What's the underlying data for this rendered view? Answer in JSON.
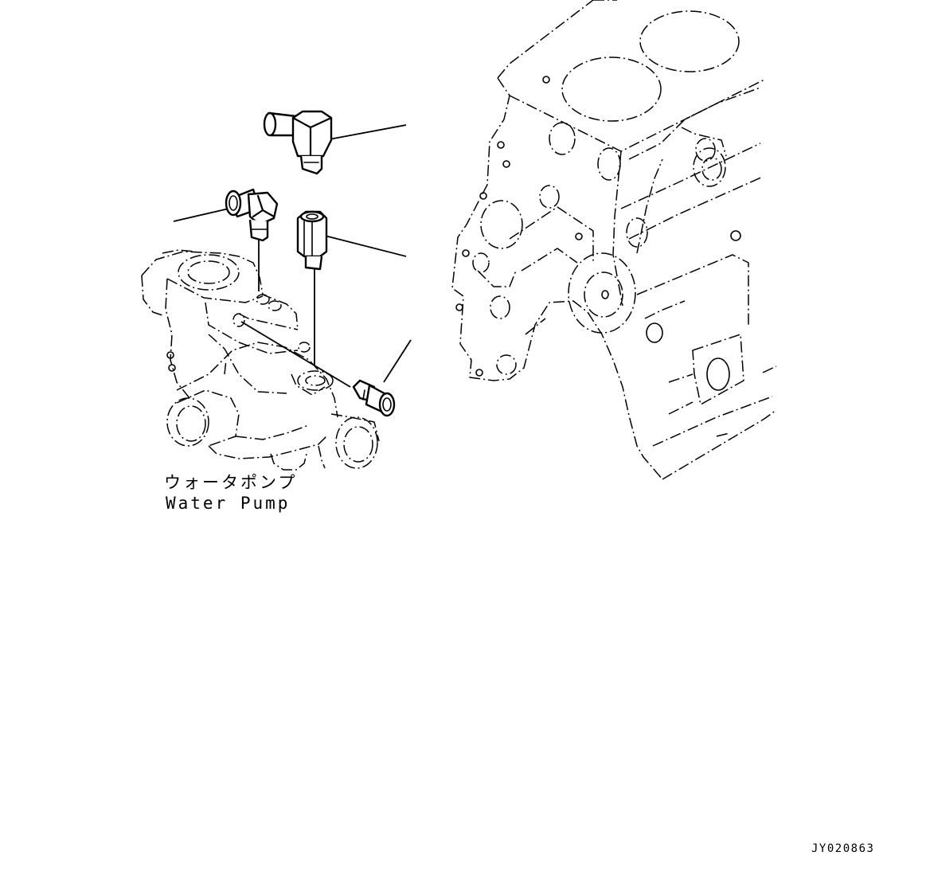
{
  "labels": {
    "part_name_jp": "ウォータポンプ",
    "part_name_en": "Water Pump"
  },
  "drawing_code": "JY020863",
  "icons": [
    "water-pump-illustration",
    "engine-block-phantom",
    "elbow-hose-fitting",
    "elbow-connector",
    "hex-adapter",
    "plug-fitting"
  ]
}
